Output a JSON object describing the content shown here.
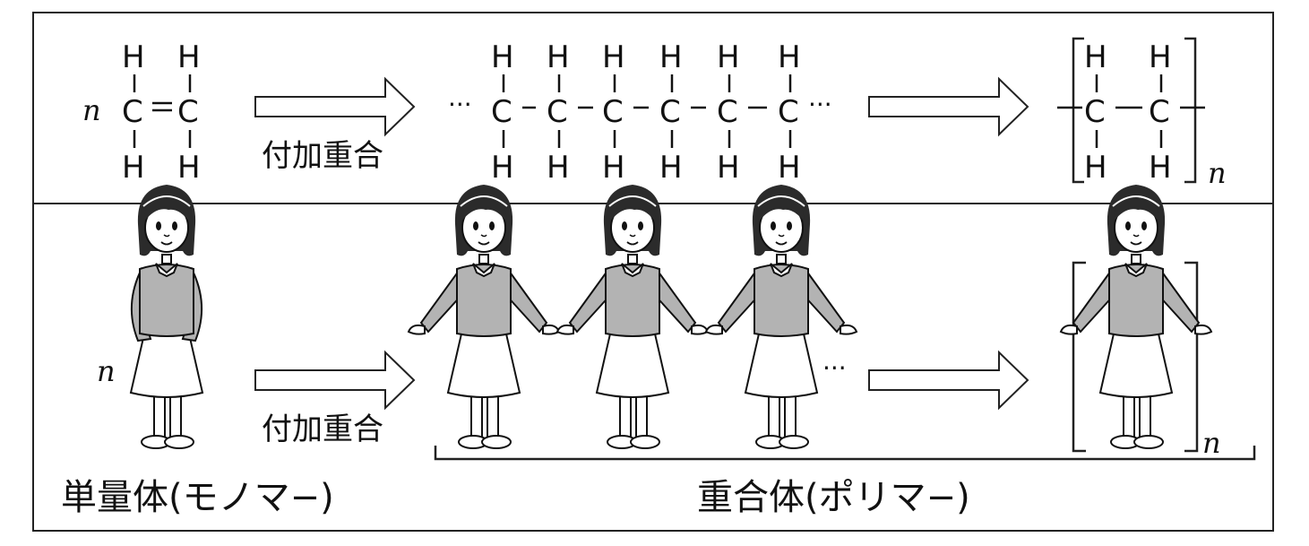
{
  "chem": {
    "n_coefficient": "n",
    "atom_h": "H",
    "atom_c": "C",
    "dots_left": "···",
    "dots_right": "···",
    "subscript_n": "n"
  },
  "labels": {
    "addition_polymerization_top": "付加重合",
    "addition_polymerization_bottom": "付加重合",
    "monomer": "単量体(モノマ−)",
    "polymer": "重合体(ポリマ−)",
    "n_girl": "n",
    "n_bracket_girl": "n",
    "girls_dots": "···"
  },
  "colors": {
    "sweater": "#b3b3b3",
    "hair": "#2b2b2b",
    "outline": "#111111"
  }
}
